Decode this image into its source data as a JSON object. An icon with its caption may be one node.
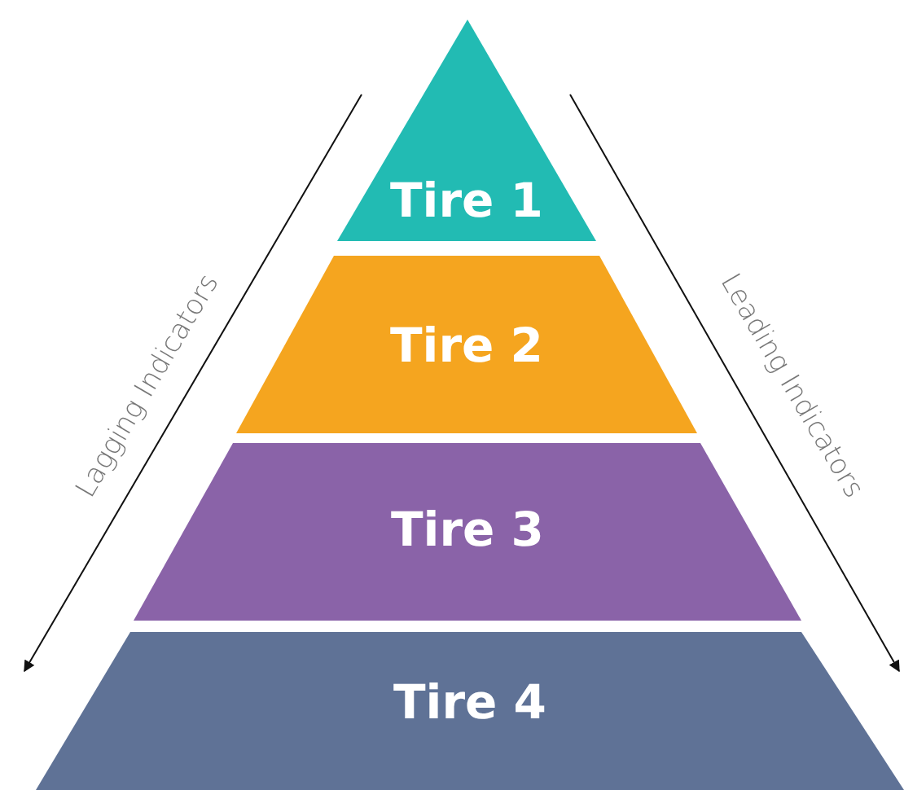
{
  "diagram": {
    "nodes": [
      {
        "text": [
          "Tire 1"
        ]
      },
      {
        "text": [
          "Tire 2"
        ]
      },
      {
        "text": [
          "Tire 3"
        ]
      },
      {
        "text": [
          "Tire 4"
        ]
      }
    ],
    "labels": [
      "Lagging Indicators",
      "Leading Indicators"
    ]
  }
}
